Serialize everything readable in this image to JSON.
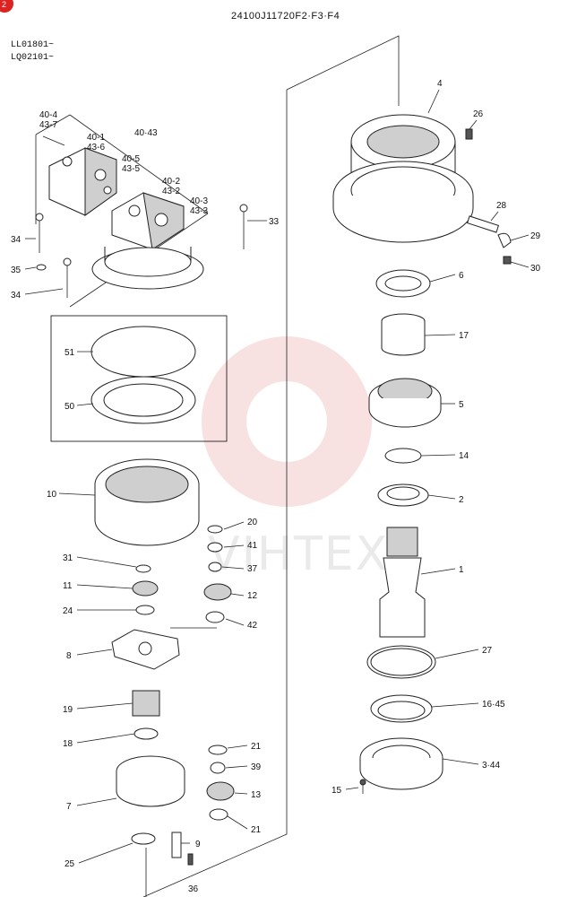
{
  "header": {
    "page_badge": "2",
    "diagram_code": "24100J11720F2·F3·F4",
    "serial_ranges": [
      "LL01801~",
      "LQ02101~"
    ]
  },
  "watermark": {
    "text": "VIHTEX",
    "color": "#f2c6c6"
  },
  "callouts": {
    "p40_4_43_7": "40-4\n43-7",
    "p40_1_43_6": "40-1\n43-6",
    "p40_43": "40·43",
    "p40_5_43_5": "40-5\n43-5",
    "p40_2_43_2": "40-2\n43-2",
    "p40_3_43_3": "40-3\n43-3",
    "p33": "33",
    "p34a": "34",
    "p35": "35",
    "p34b": "34",
    "p51": "51",
    "p50": "50",
    "p10": "10",
    "p20": "20",
    "p41": "41",
    "p37": "37",
    "p12": "12",
    "p42": "42",
    "p31": "31",
    "p11": "11",
    "p24": "24",
    "p8": "8",
    "p19": "19",
    "p18": "18",
    "p7": "7",
    "p25": "25",
    "p36": "36",
    "p9": "9",
    "p21a": "21",
    "p39": "39",
    "p13": "13",
    "p21b": "21",
    "p4": "4",
    "p26": "26",
    "p28": "28",
    "p29": "29",
    "p30": "30",
    "p6": "6",
    "p17": "17",
    "p5": "5",
    "p14": "14",
    "p2": "2",
    "p1": "1",
    "p27": "27",
    "p16_45": "16·45",
    "p3_44": "3·44",
    "p15": "15"
  }
}
